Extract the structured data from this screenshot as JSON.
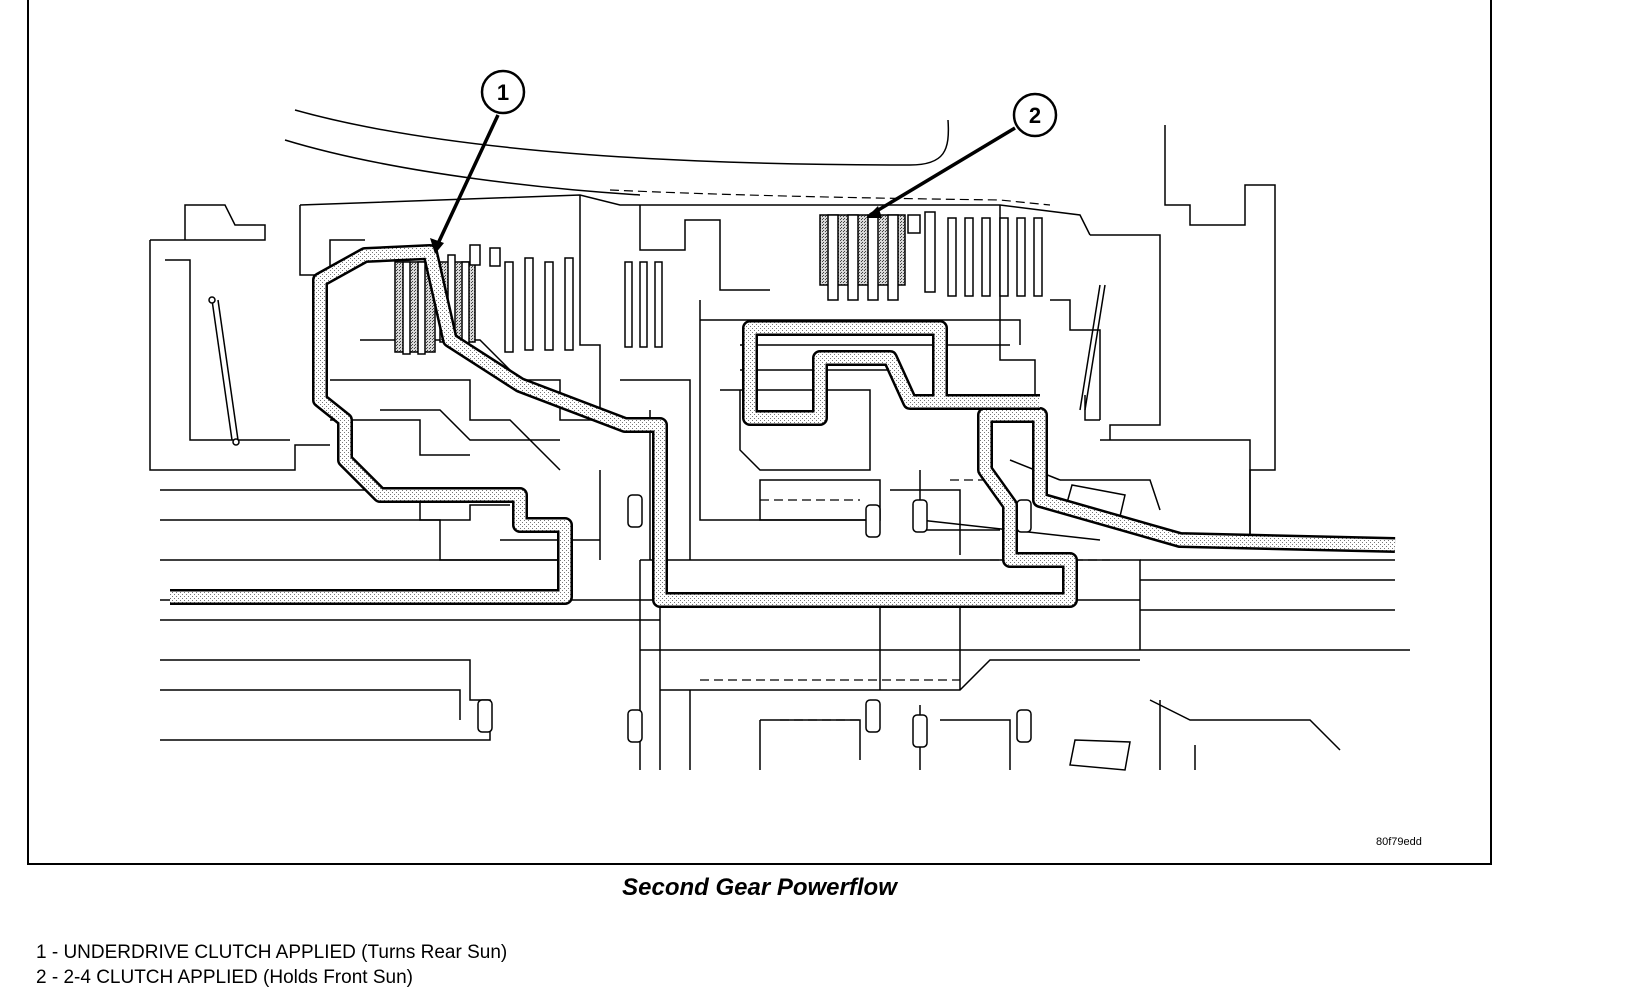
{
  "figure": {
    "caption": "Second Gear Powerflow",
    "id_code": "80f79edd"
  },
  "callouts": [
    {
      "number": "1"
    },
    {
      "number": "2"
    }
  ],
  "legend": [
    "1 - UNDERDRIVE CLUTCH APPLIED (Turns Rear Sun)",
    "2 - 2-4 CLUTCH APPLIED (Holds Front Sun)"
  ]
}
